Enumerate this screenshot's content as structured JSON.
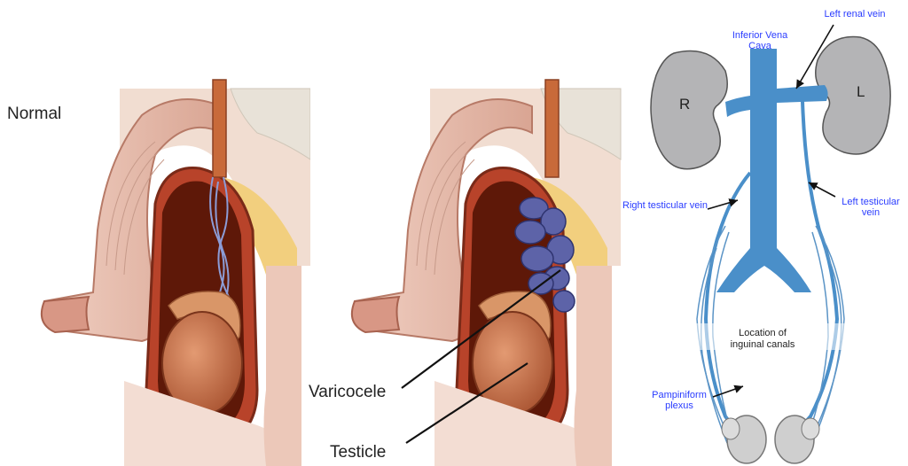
{
  "left_panel": {
    "normal_label": "Normal",
    "varicocele_label": "Varicocele",
    "testicle_label": "Testicle"
  },
  "right_panel": {
    "ivc_label": "Inferior Vena Cava",
    "left_renal_vein_label": "Left renal vein",
    "right_kidney_letter": "R",
    "left_kidney_letter": "L",
    "right_testicular_vein_label": "Right testicular vein",
    "left_testicular_vein_label": "Left testicular vein",
    "inguinal_label": "Location of inguinal canals",
    "pampiniform_label": "Pampiniform plexus"
  },
  "colors": {
    "vein_blue": "#4a8fc9",
    "kidney_gray": "#b3b3b5",
    "label_blue": "#2a3cff",
    "skin": "#e8b9a8",
    "testicle": "#c8734f"
  }
}
